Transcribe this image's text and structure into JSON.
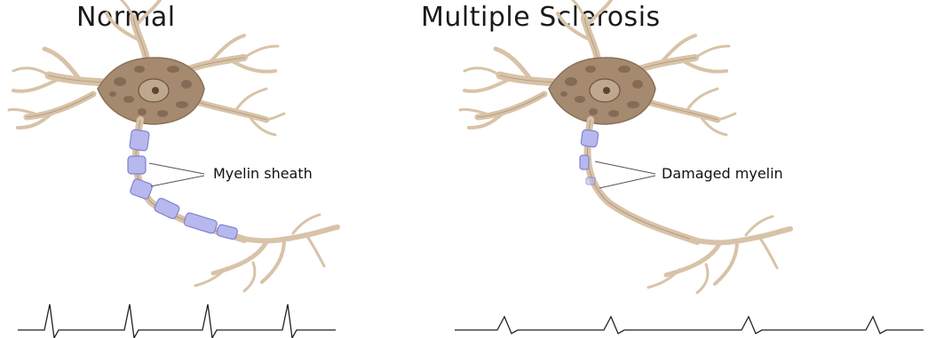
{
  "normal": {
    "title": "Normal",
    "callout_label": "Myelin sheath"
  },
  "multiple_sclerosis": {
    "title": "Multiple Sclerosis",
    "callout_label": "Damaged myelin"
  },
  "colors": {
    "neuron_fill": "#d8c3a8",
    "neuron_stroke": "#8a7058",
    "nucleus_dark": "#6b5340",
    "myelin_fill": "#b7b8ee",
    "myelin_stroke": "#7f83d0",
    "waveform": "#222222"
  }
}
